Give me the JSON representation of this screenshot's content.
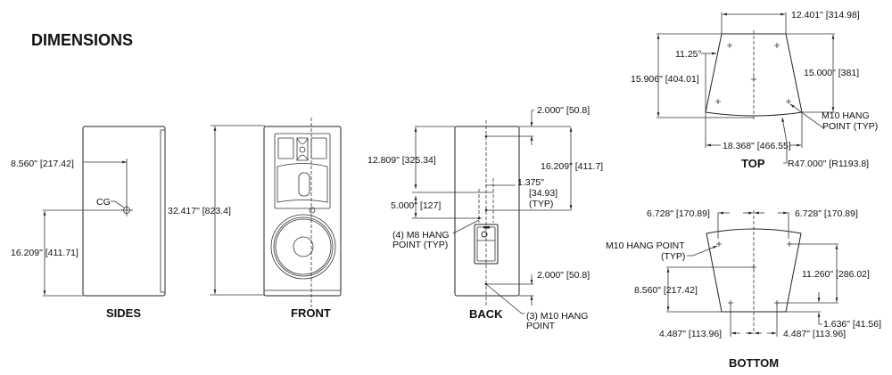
{
  "heading": "DIMENSIONS",
  "views": {
    "sides": {
      "title": "SIDES",
      "dim_depth_cg": "8.560\" [217.42]",
      "dim_height_cg": "16.209\" [411.71]",
      "cg_label": "CG"
    },
    "front": {
      "title": "FRONT",
      "dim_height": "32.417\" [823.4]"
    },
    "back": {
      "title": "BACK",
      "dim_top_offset": "2.000\" [50.8]",
      "dim_upper": "12.809\" [325.34]",
      "dim_lower": "5.000\" [127]",
      "dim_right": "16.209\" [411.7]",
      "dim_typ_line1": "1.375\"",
      "dim_typ_line2": "[34.93]",
      "dim_typ_line3": "(TYP)",
      "m8_line1": "(4) M8 HANG",
      "m8_line2": "POINT (TYP)",
      "dim_bottom_offset": "2.000\" [50.8]",
      "m10_line1": "(3) M10 HANG",
      "m10_line2": "POINT"
    },
    "top": {
      "title": "TOP",
      "dim_width_back": "12.401\" [314.98]",
      "angle": "11.25°",
      "dim_depth": "15.906\" [404.01]",
      "dim_depth_inner": "15.000\" [381]",
      "hang_line1": "M10 HANG",
      "hang_line2": "POINT (TYP)",
      "dim_width_front": "18.368\" [466.55]",
      "radius": "R47.000\" [R1193.8]"
    },
    "bottom": {
      "title": "BOTTOM",
      "dim_left_top": "6.728\" [170.89]",
      "dim_right_top": "6.728\" [170.89]",
      "hang_line1": "M10 HANG POINT",
      "hang_line2": "(TYP)",
      "dim_right": "11.260\" [286.02]",
      "dim_left": "8.560\" [217.42]",
      "dim_small": "1.636\" [41.56]",
      "dim_left_bottom": "4.487\" [113.96]",
      "dim_right_bottom": "4.487\" [113.96]"
    }
  }
}
